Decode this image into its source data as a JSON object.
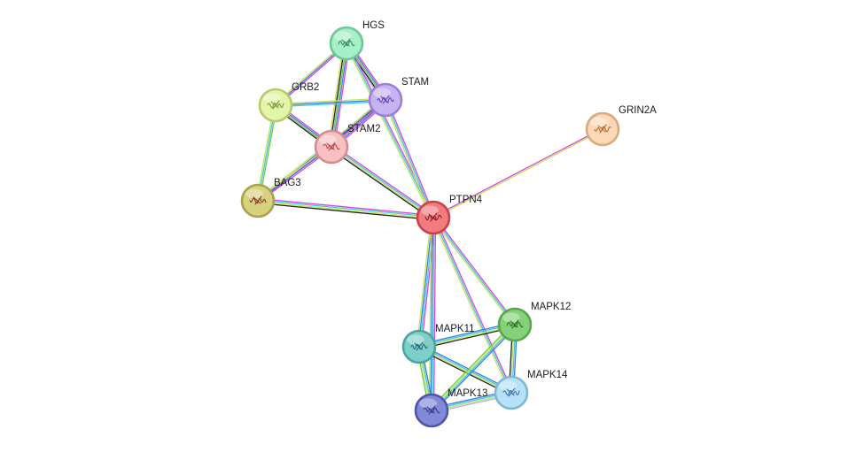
{
  "network": {
    "nodes": [
      {
        "id": "HGS",
        "label": "HGS",
        "color": "#a6f0c7",
        "ring": "#6fc796",
        "ink": "#3d8a5d"
      },
      {
        "id": "STAM",
        "label": "STAM",
        "color": "#c6b3f2",
        "ring": "#9a80d8",
        "ink": "#6a46b8"
      },
      {
        "id": "GRB2",
        "label": "GRB2",
        "color": "#e3f5a8",
        "ring": "#b3cc6e",
        "ink": "#7d9a3a"
      },
      {
        "id": "STAM2",
        "label": "STAM2",
        "color": "#f7c1c3",
        "ring": "#d48d90",
        "ink": "#b34a4f"
      },
      {
        "id": "GRIN2A",
        "label": "GRIN2A",
        "color": "#fcd8b6",
        "ring": "#d9aa80",
        "ink": "#b57030"
      },
      {
        "id": "BAG3",
        "label": "BAG3",
        "color": "#d6d27e",
        "ring": "#a8a350",
        "ink": "#8a3f2e"
      },
      {
        "id": "PTPN4",
        "label": "PTPN4",
        "color": "#f27b80",
        "ring": "#c84248",
        "ink": "#8a1f28"
      },
      {
        "id": "MAPK12",
        "label": "MAPK12",
        "color": "#84d17a",
        "ring": "#55a84c",
        "ink": "#2f6b2a"
      },
      {
        "id": "MAPK11",
        "label": "MAPK11",
        "color": "#7fcfc9",
        "ring": "#4aa59e",
        "ink": "#2b6b8a"
      },
      {
        "id": "MAPK14",
        "label": "MAPK14",
        "color": "#b5e2f7",
        "ring": "#80b8d4",
        "ink": "#4b6fb0"
      },
      {
        "id": "MAPK13",
        "label": "MAPK13",
        "color": "#8289d8",
        "ring": "#4f56a8",
        "ink": "#3a3a8a"
      }
    ],
    "edges": [
      {
        "a": "HGS",
        "b": "STAM",
        "channels": [
          "#d946d9",
          "#3a7ee0",
          "#70c840",
          "#222222",
          "#b0b0f0"
        ]
      },
      {
        "a": "HGS",
        "b": "GRB2",
        "channels": [
          "#d946d9",
          "#3a7ee0",
          "#c8e05a"
        ]
      },
      {
        "a": "HGS",
        "b": "STAM2",
        "channels": [
          "#d946d9",
          "#3a7ee0",
          "#70c840",
          "#222222",
          "#c8e05a"
        ]
      },
      {
        "a": "HGS",
        "b": "PTPN4",
        "channels": [
          "#d946d9",
          "#3ec8e0",
          "#c8e05a"
        ]
      },
      {
        "a": "STAM",
        "b": "GRB2",
        "channels": [
          "#3ec8e0",
          "#3a7ee0",
          "#c8e05a"
        ]
      },
      {
        "a": "STAM",
        "b": "STAM2",
        "channels": [
          "#d946d9",
          "#3a7ee0",
          "#70c840",
          "#222222",
          "#b0b0f0"
        ]
      },
      {
        "a": "STAM",
        "b": "BAG3",
        "channels": [
          "#d946d9",
          "#3a7ee0",
          "#c8e05a"
        ]
      },
      {
        "a": "STAM",
        "b": "PTPN4",
        "channels": [
          "#d946d9",
          "#3ec8e0",
          "#c8e05a"
        ]
      },
      {
        "a": "GRB2",
        "b": "STAM2",
        "channels": [
          "#d946d9",
          "#3a7ee0",
          "#70c840",
          "#222222"
        ]
      },
      {
        "a": "GRB2",
        "b": "BAG3",
        "channels": [
          "#70c840",
          "#3ec8e0",
          "#c8e05a"
        ]
      },
      {
        "a": "STAM2",
        "b": "BAG3",
        "channels": [
          "#d946d9",
          "#3a7ee0",
          "#c8e05a"
        ]
      },
      {
        "a": "STAM2",
        "b": "PTPN4",
        "channels": [
          "#d946d9",
          "#3ec8e0",
          "#c8e05a",
          "#222222"
        ]
      },
      {
        "a": "BAG3",
        "b": "PTPN4",
        "channels": [
          "#d946d9",
          "#3ec8e0",
          "#c8e05a",
          "#222222"
        ]
      },
      {
        "a": "PTPN4",
        "b": "GRIN2A",
        "channels": [
          "#d946d9",
          "#c8e05a"
        ]
      },
      {
        "a": "PTPN4",
        "b": "MAPK11",
        "channels": [
          "#d946d9",
          "#3ec8e0",
          "#3a7ee0",
          "#c8e05a"
        ]
      },
      {
        "a": "PTPN4",
        "b": "MAPK12",
        "channels": [
          "#d946d9",
          "#3ec8e0",
          "#c8e05a"
        ]
      },
      {
        "a": "PTPN4",
        "b": "MAPK13",
        "channels": [
          "#d946d9",
          "#3ec8e0",
          "#3a7ee0",
          "#c8e05a"
        ]
      },
      {
        "a": "PTPN4",
        "b": "MAPK14",
        "channels": [
          "#d946d9",
          "#3ec8e0",
          "#c8e05a"
        ]
      },
      {
        "a": "MAPK11",
        "b": "MAPK12",
        "channels": [
          "#3a7ee0",
          "#3ec8e0",
          "#c8e05a",
          "#222222"
        ]
      },
      {
        "a": "MAPK11",
        "b": "MAPK13",
        "channels": [
          "#3a7ee0",
          "#3ec8e0",
          "#c8e05a",
          "#70c840"
        ]
      },
      {
        "a": "MAPK11",
        "b": "MAPK14",
        "channels": [
          "#3a7ee0",
          "#3ec8e0",
          "#c8e05a",
          "#222222"
        ]
      },
      {
        "a": "MAPK12",
        "b": "MAPK13",
        "channels": [
          "#3a7ee0",
          "#3ec8e0",
          "#c8e05a",
          "#70c840"
        ]
      },
      {
        "a": "MAPK12",
        "b": "MAPK14",
        "channels": [
          "#3a7ee0",
          "#3ec8e0",
          "#c8e05a",
          "#222222"
        ]
      },
      {
        "a": "MAPK13",
        "b": "MAPK14",
        "channels": [
          "#3a7ee0",
          "#3ec8e0",
          "#c8e05a",
          "#b0b0f0"
        ]
      }
    ]
  }
}
